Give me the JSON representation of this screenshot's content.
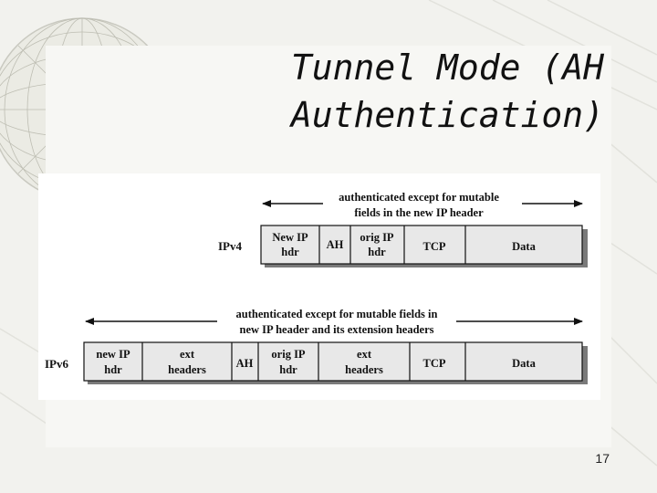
{
  "slide": {
    "title_line1": "Tunnel Mode (AH",
    "title_line2": "Authentication)",
    "page_number": "17"
  },
  "ipv4": {
    "label": "IPv4",
    "scope_line1": "authenticated except for mutable",
    "scope_line2": "fields in the new IP header",
    "fields": [
      {
        "line1": "New IP",
        "line2": "hdr"
      },
      {
        "line1": "AH",
        "line2": ""
      },
      {
        "line1": "orig IP",
        "line2": "hdr"
      },
      {
        "line1": "TCP",
        "line2": ""
      },
      {
        "line1": "Data",
        "line2": ""
      }
    ]
  },
  "ipv6": {
    "label": "IPv6",
    "scope_line1": "authenticated except for mutable fields in",
    "scope_line2": "new IP header and its extension headers",
    "fields": [
      {
        "line1": "new IP",
        "line2": "hdr"
      },
      {
        "line1": "ext",
        "line2": "headers"
      },
      {
        "line1": "AH",
        "line2": ""
      },
      {
        "line1": "orig IP",
        "line2": "hdr"
      },
      {
        "line1": "ext",
        "line2": "headers"
      },
      {
        "line1": "TCP",
        "line2": ""
      },
      {
        "line1": "Data",
        "line2": ""
      }
    ]
  }
}
